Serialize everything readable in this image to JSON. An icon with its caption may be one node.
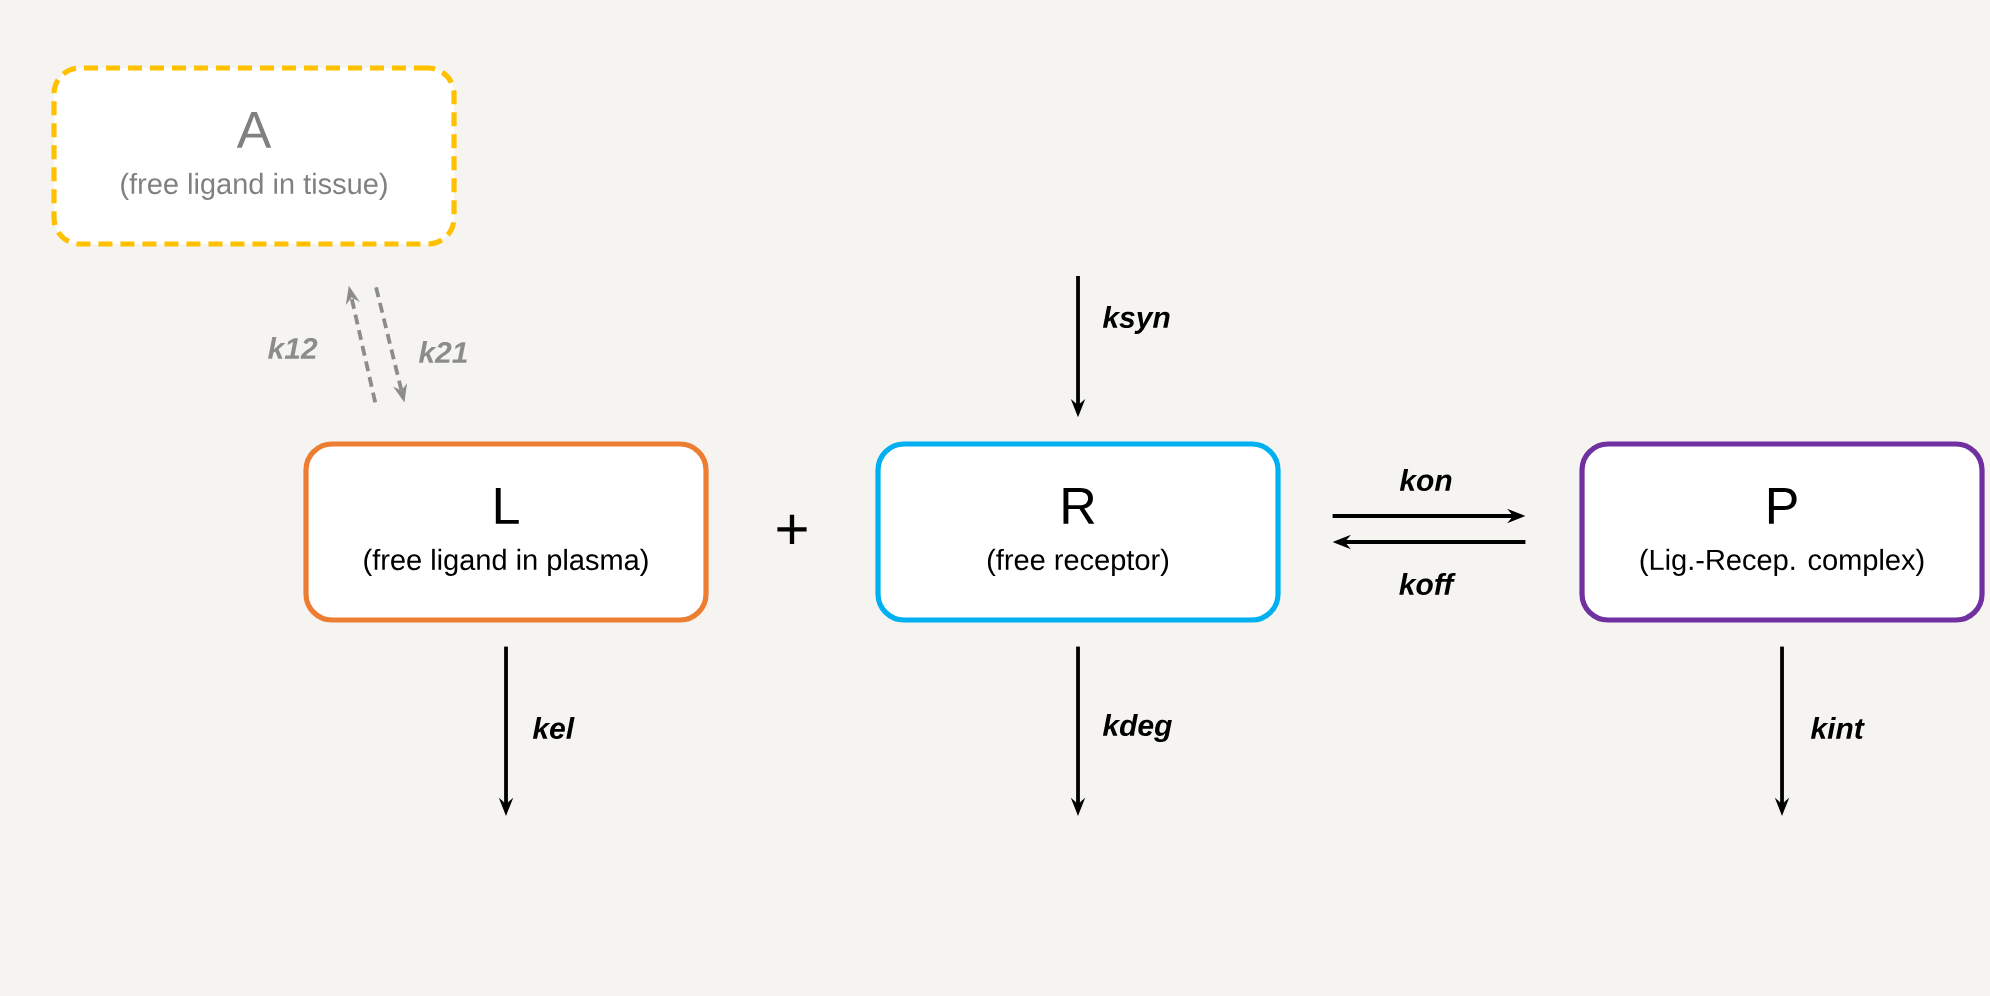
{
  "diagram": {
    "nodes": [
      {
        "text": [
          "A",
          "(free ligand in tissue)"
        ]
      },
      {
        "text": [
          "L",
          "(free ligand in plasma)"
        ]
      },
      {
        "text": [
          "R",
          "(free receptor)"
        ]
      },
      {
        "text": [
          "P",
          "(Lig.-Recep. complex)"
        ]
      }
    ],
    "edges": [
      {
        "from": 1,
        "to": 0,
        "arrow": "to",
        "label": "k12",
        "style": "dashed",
        "color": "#8c8c8c"
      },
      {
        "from": 0,
        "to": 1,
        "arrow": "to",
        "label": "k21",
        "style": "dashed",
        "color": "#8c8c8c"
      },
      {
        "from": null,
        "to": 2,
        "arrow": "to",
        "label": "ksyn"
      },
      {
        "from": 2,
        "to": 3,
        "arrow": "to",
        "label": "kon"
      },
      {
        "from": 3,
        "to": 2,
        "arrow": "to",
        "label": "koff"
      },
      {
        "from": 1,
        "to": null,
        "arrow": "to",
        "label": "kel"
      },
      {
        "from": 2,
        "to": null,
        "arrow": "to",
        "label": "kdeg"
      },
      {
        "from": 3,
        "to": null,
        "arrow": "to",
        "label": "kint"
      }
    ],
    "labels": [
      "+"
    ]
  }
}
